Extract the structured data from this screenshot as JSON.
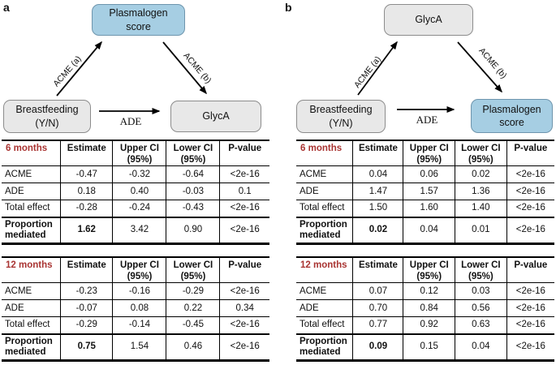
{
  "colors": {
    "highlight_box_fill": "#a6cee3",
    "highlight_box_border": "#6e95ad",
    "plain_box_fill": "#e8e8e8",
    "plain_box_border": "#8c8c8c",
    "period_label": "#a93432"
  },
  "panels": [
    {
      "label": "a",
      "diagram": {
        "mediator": "Plasmalogen score",
        "exposure": "Breastfeeding (Y/N)",
        "outcome": "GlycA",
        "acme_a_label": "ACME (a)",
        "acme_b_label": "ACME (b)",
        "ade_label": "ADE"
      },
      "tables": [
        {
          "period": "6 months",
          "columns": [
            "Estimate",
            "Upper CI (95%)",
            "Lower CI (95%)",
            "P-value"
          ],
          "rows": [
            {
              "label": "ACME",
              "values": [
                "-0.47",
                "-0.32",
                "-0.64",
                "<2e-16"
              ],
              "emphasis": false
            },
            {
              "label": "ADE",
              "values": [
                "0.18",
                "0.40",
                "-0.03",
                "0.1"
              ],
              "emphasis": false
            },
            {
              "label": "Total effect",
              "values": [
                "-0.28",
                "-0.24",
                "-0.43",
                "<2e-16"
              ],
              "emphasis": false
            },
            {
              "label": "Proportion mediated",
              "values": [
                "1.62",
                "3.42",
                "0.90",
                "<2e-16"
              ],
              "emphasis": true
            }
          ]
        },
        {
          "period": "12 months",
          "columns": [
            "Estimate",
            "Upper CI (95%)",
            "Lower CI (95%)",
            "P-value"
          ],
          "rows": [
            {
              "label": "ACME",
              "values": [
                "-0.23",
                "-0.16",
                "-0.29",
                "<2e-16"
              ],
              "emphasis": false
            },
            {
              "label": "ADE",
              "values": [
                "-0.07",
                "0.08",
                "0.22",
                "0.34"
              ],
              "emphasis": false
            },
            {
              "label": "Total effect",
              "values": [
                "-0.29",
                "-0.14",
                "-0.45",
                "<2e-16"
              ],
              "emphasis": false
            },
            {
              "label": "Proportion mediated",
              "values": [
                "0.75",
                "1.54",
                "0.46",
                "<2e-16"
              ],
              "emphasis": true
            }
          ]
        }
      ]
    },
    {
      "label": "b",
      "diagram": {
        "mediator": "GlycA",
        "exposure": "Breastfeeding (Y/N)",
        "outcome": "Plasmalogen score",
        "acme_a_label": "ACME (a)",
        "acme_b_label": "ACME (b)",
        "ade_label": "ADE"
      },
      "tables": [
        {
          "period": "6 months",
          "columns": [
            "Estimate",
            "Upper CI (95%)",
            "Lower CI (95%)",
            "P-value"
          ],
          "rows": [
            {
              "label": "ACME",
              "values": [
                "0.04",
                "0.06",
                "0.02",
                "<2e-16"
              ],
              "emphasis": false
            },
            {
              "label": "ADE",
              "values": [
                "1.47",
                "1.57",
                "1.36",
                "<2e-16"
              ],
              "emphasis": false
            },
            {
              "label": "Total effect",
              "values": [
                "1.50",
                "1.60",
                "1.40",
                "<2e-16"
              ],
              "emphasis": false
            },
            {
              "label": "Proportion mediated",
              "values": [
                "0.02",
                "0.04",
                "0.01",
                "<2e-16"
              ],
              "emphasis": true
            }
          ]
        },
        {
          "period": "12 months",
          "columns": [
            "Estimate",
            "Upper CI (95%)",
            "Lower CI (95%)",
            "P-value"
          ],
          "rows": [
            {
              "label": "ACME",
              "values": [
                "0.07",
                "0.12",
                "0.03",
                "<2e-16"
              ],
              "emphasis": false
            },
            {
              "label": "ADE",
              "values": [
                "0.70",
                "0.84",
                "0.56",
                "<2e-16"
              ],
              "emphasis": false
            },
            {
              "label": "Total effect",
              "values": [
                "0.77",
                "0.92",
                "0.63",
                "<2e-16"
              ],
              "emphasis": false
            },
            {
              "label": "Proportion mediated",
              "values": [
                "0.09",
                "0.15",
                "0.04",
                "<2e-16"
              ],
              "emphasis": true
            }
          ]
        }
      ]
    }
  ]
}
